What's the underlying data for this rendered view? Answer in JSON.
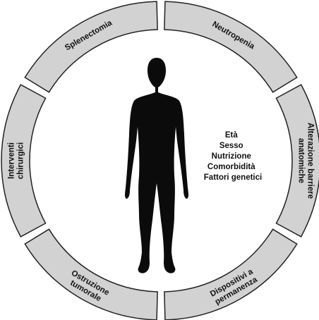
{
  "diagram": {
    "segments": [
      {
        "id": "neutropenia",
        "lines": [
          "Neutropenia"
        ]
      },
      {
        "id": "alterazione",
        "lines": [
          "Alterazione barriere",
          "anatomiche"
        ]
      },
      {
        "id": "dispositivi",
        "lines": [
          "Dispositivi a",
          "permanenza"
        ]
      },
      {
        "id": "ostruzione",
        "lines": [
          "Ostruzione",
          "tumorale"
        ]
      },
      {
        "id": "interventi",
        "lines": [
          "Interventi",
          "chirurgici"
        ]
      },
      {
        "id": "splenectomia",
        "lines": [
          "Splenectomia"
        ]
      }
    ],
    "center_factors": [
      "Età",
      "Sesso",
      "Nutrizione",
      "Comorbidità",
      "Fattori genetici"
    ],
    "colors": {
      "segment_fill": "#d2d2d2",
      "segment_stroke": "#222222",
      "silhouette": "#0b0b0b",
      "text": "#111111"
    }
  }
}
